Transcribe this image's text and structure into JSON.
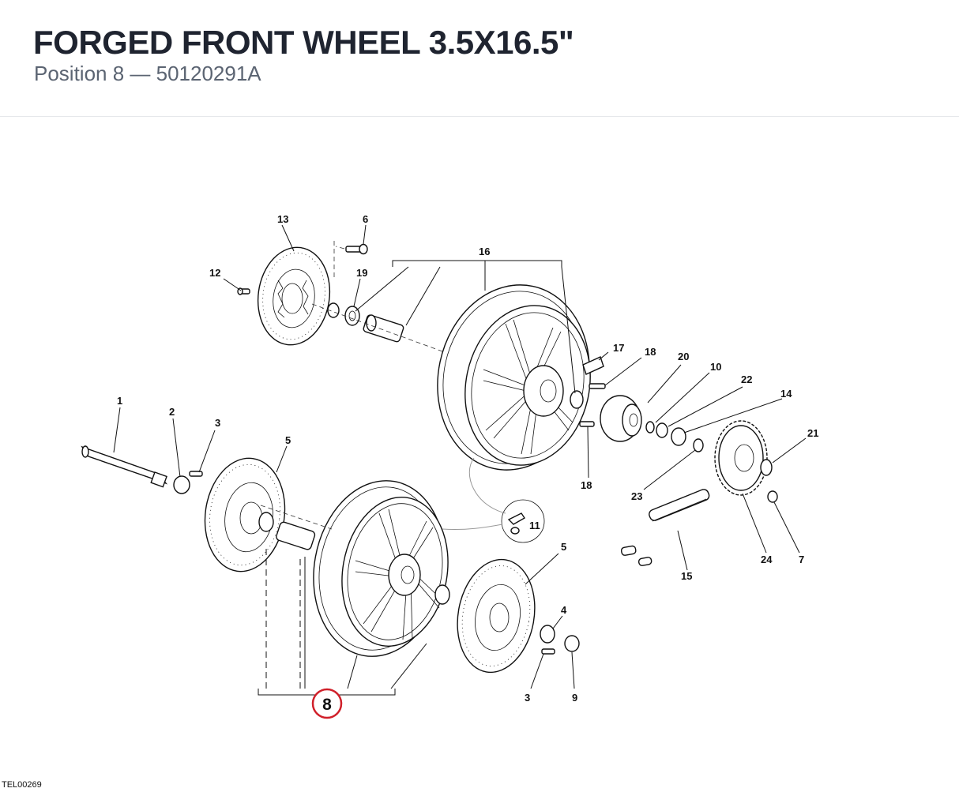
{
  "header": {
    "title": "FORGED FRONT WHEEL 3.5X16.5\"",
    "subtitle": "Position 8 — 50120291A"
  },
  "diagram": {
    "callouts": [
      "13",
      "6",
      "12",
      "19",
      "16",
      "17",
      "18",
      "20",
      "10",
      "22",
      "14",
      "1",
      "2",
      "3",
      "5",
      "21",
      "18",
      "23",
      "11",
      "15",
      "24",
      "7",
      "5",
      "4",
      "3",
      "9"
    ],
    "highlighted_position": "8",
    "highlight_color": "#d0202a",
    "drawing_code": "TEL00269"
  }
}
